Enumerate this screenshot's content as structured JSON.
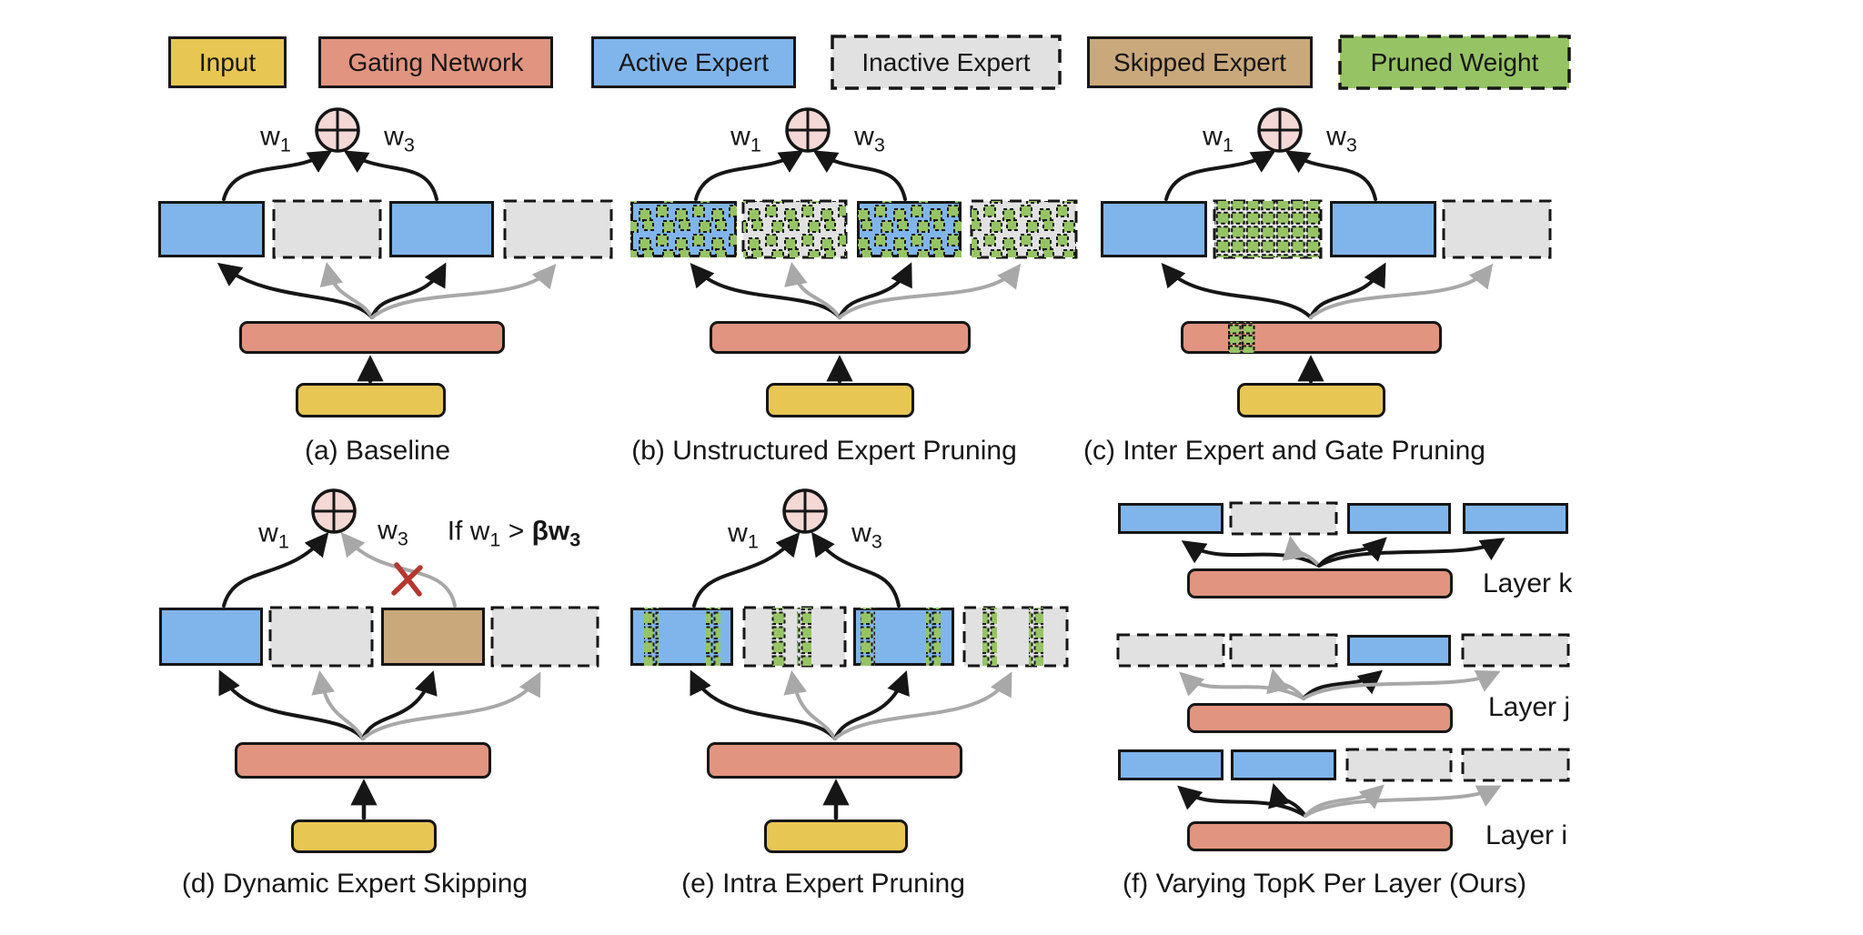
{
  "figure": {
    "type": "moe-pruning-methods-diagram",
    "legend": {
      "items": [
        {
          "label": "Input",
          "swatch": "yellow-solid"
        },
        {
          "label": "Gating Network",
          "swatch": "salmon-solid"
        },
        {
          "label": "Active Expert",
          "swatch": "blue-solid"
        },
        {
          "label": "Inactive Expert",
          "swatch": "gray-dashed"
        },
        {
          "label": "Skipped Expert",
          "swatch": "tan-solid"
        },
        {
          "label": "Pruned Weight",
          "swatch": "green-dashed"
        }
      ]
    },
    "weights": {
      "w1": {
        "base": "w",
        "sub": "1"
      },
      "w3": {
        "base": "w",
        "sub": "3"
      }
    },
    "panels": {
      "a": {
        "caption": "(a) Baseline"
      },
      "b": {
        "caption": "(b) Unstructured Expert Pruning"
      },
      "c": {
        "caption": "(c) Inter Expert and Gate Pruning"
      },
      "d": {
        "caption": "(d) Dynamic Expert Skipping",
        "condition": {
          "t1": "If w",
          "s1": "1",
          "t2": " > ",
          "t3": "βw",
          "s3": "3"
        }
      },
      "e": {
        "caption": "(e) Intra Expert Pruning"
      },
      "f": {
        "caption": "(f) Varying TopK Per Layer (Ours)",
        "layers": {
          "k": "Layer k",
          "j": "Layer j",
          "i": "Layer i"
        }
      }
    },
    "icons": {
      "sum_node": "circled-plus-icon",
      "skip_marker": "red-cross-icon"
    },
    "colors": {
      "input": "#E7C653",
      "gating_network": "#E19480",
      "active_expert": "#80B5EC",
      "inactive_expert": "#E1E1E1",
      "skipped_expert": "#C9A87C",
      "pruned_weight": "#96C464",
      "sum_node_fill": "#F4D8D5",
      "active_arrow": "#161616",
      "inactive_arrow": "#A8A8A8",
      "skip_cross": "#B5372F"
    }
  }
}
